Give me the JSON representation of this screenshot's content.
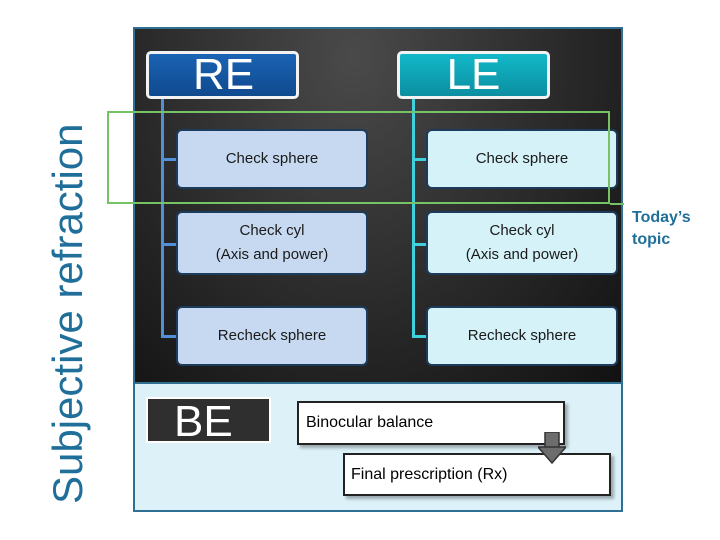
{
  "side_title": "Subjective refraction",
  "right_eye": {
    "header": "RE",
    "steps": [
      {
        "line1": "Check sphere",
        "line2": ""
      },
      {
        "line1": "Check cyl",
        "line2": "(Axis and power)"
      },
      {
        "line1": "Recheck sphere",
        "line2": ""
      }
    ]
  },
  "left_eye": {
    "header": "LE",
    "steps": [
      {
        "line1": "Check sphere",
        "line2": ""
      },
      {
        "line1": "Check cyl",
        "line2": "(Axis and power)"
      },
      {
        "line1": "Recheck sphere",
        "line2": ""
      }
    ]
  },
  "highlight_note": {
    "line1": "Today’s",
    "line2": "topic"
  },
  "binocular": {
    "header": "BE",
    "step1": "Binocular balance",
    "step2": "Final prescription (Rx)"
  },
  "colors": {
    "title": "#1f6f9a",
    "re_box": "#c6d9f1",
    "le_box": "#d4f2f8",
    "highlight": "#78c266"
  }
}
